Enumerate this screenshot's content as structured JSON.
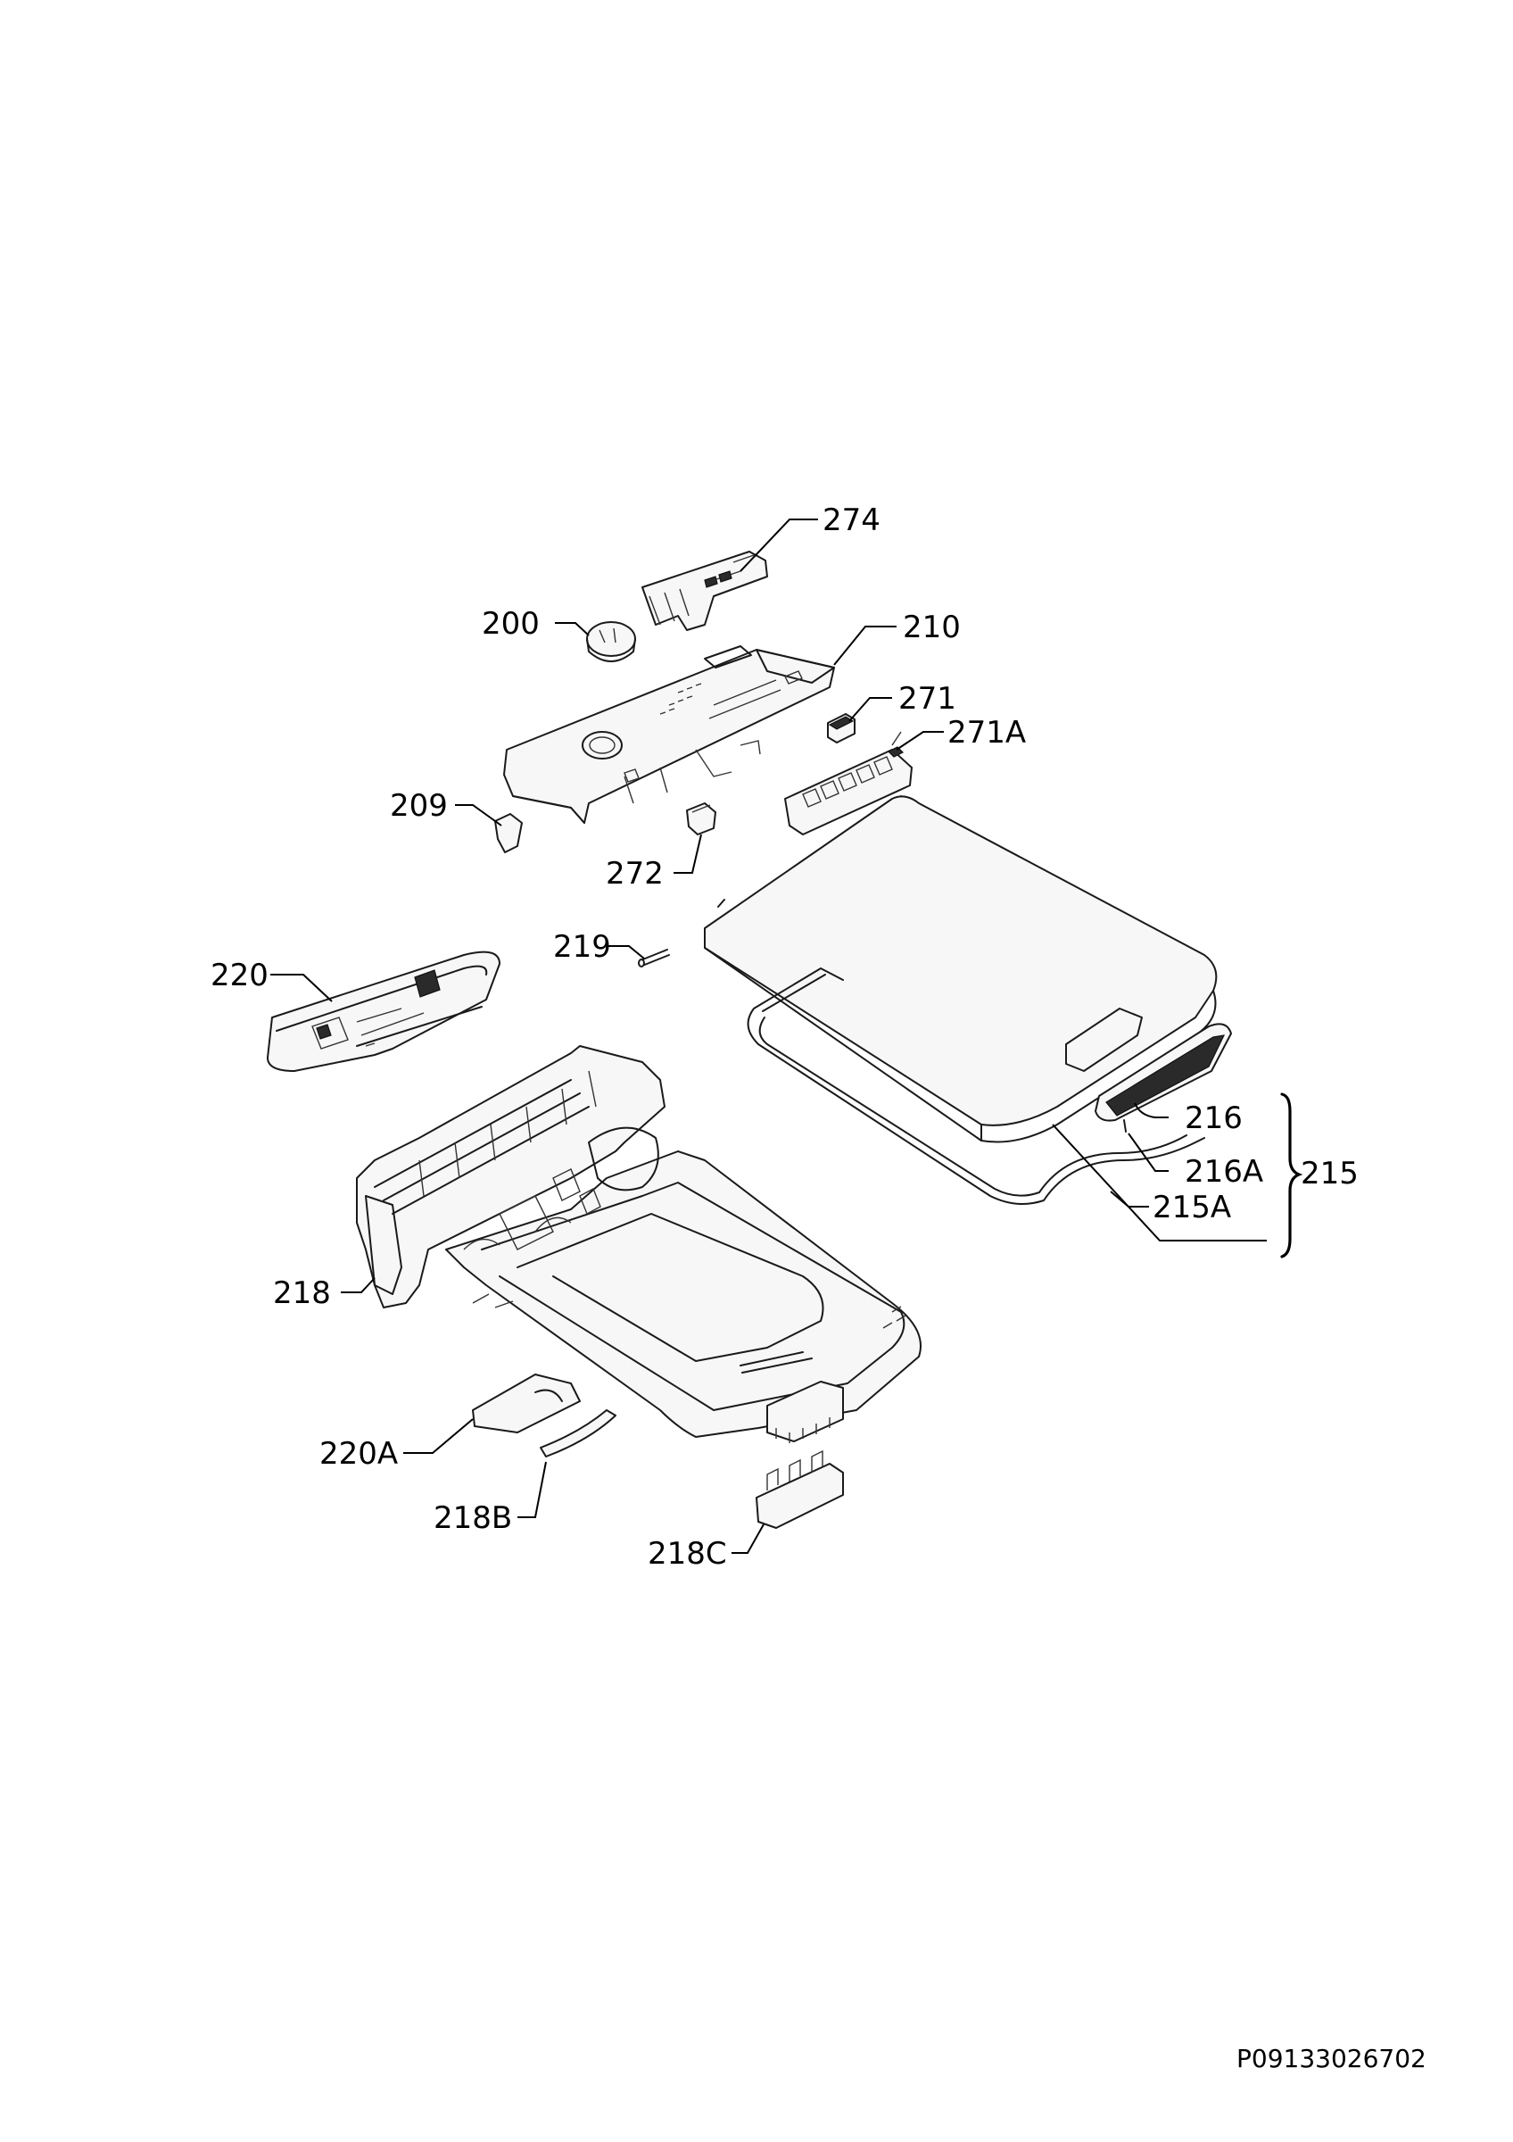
{
  "callouts": {
    "c274": "274",
    "c200": "200",
    "c210": "210",
    "c271": "271",
    "c271A": "271A",
    "c209": "209",
    "c272": "272",
    "c219": "219",
    "c220": "220",
    "c216": "216",
    "c216A": "216A",
    "c215A": "215A",
    "c215": "215",
    "c218": "218",
    "c220A": "220A",
    "c218B": "218B",
    "c218C": "218C"
  },
  "document_code": "P09133026702"
}
